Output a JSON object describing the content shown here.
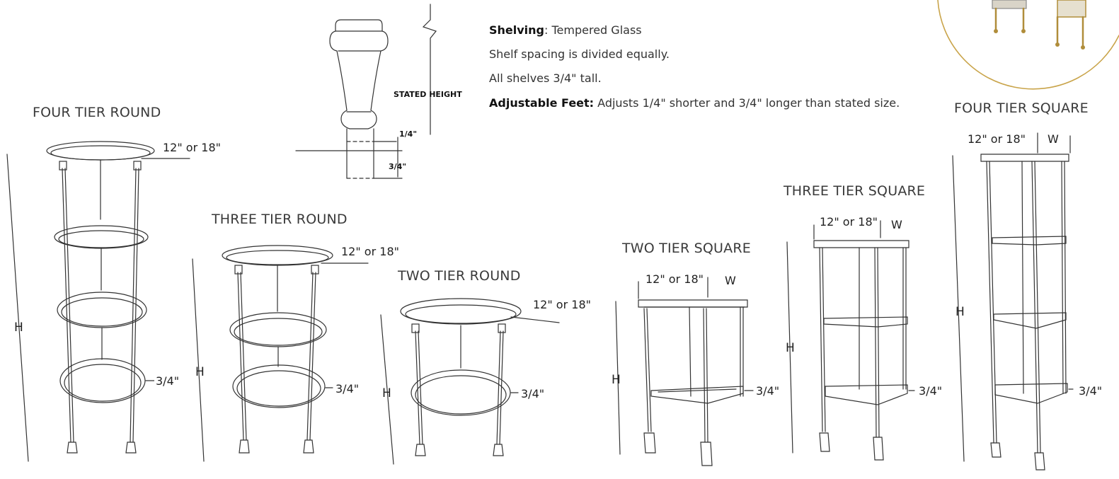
{
  "specs": {
    "shelving_label": "Shelving",
    "shelving_value": ": Tempered Glass",
    "spacing": "Shelf spacing is divided equally.",
    "shelf_height": "All shelves 3/4\" tall.",
    "feet_label": "Adjustable Feet:",
    "feet_value": " Adjusts 1/4\" shorter and 3/4\" longer than stated size."
  },
  "foot_detail": {
    "stated_height": "STATED HEIGHT",
    "shorter": "1/4\"",
    "longer": "3/4\""
  },
  "products": {
    "four_round": {
      "title": "FOUR TIER ROUND",
      "dia": "12\" or 18\"",
      "shelf": "3/4\"",
      "height": "H"
    },
    "three_round": {
      "title": "THREE TIER ROUND",
      "dia": "12\" or 18\"",
      "shelf": "3/4\"",
      "height": "H"
    },
    "two_round": {
      "title": "TWO TIER ROUND",
      "dia": "12\" or 18\"",
      "shelf": "3/4\"",
      "height": "H"
    },
    "two_square": {
      "title": "TWO TIER SQUARE",
      "dia": "12\" or 18\"",
      "width": "W",
      "shelf": "3/4\"",
      "height": "H"
    },
    "three_square": {
      "title": "THREE TIER SQUARE",
      "dia": "12\" or 18\"",
      "width": "W",
      "shelf": "3/4\"",
      "height": "H"
    },
    "four_square": {
      "title": "FOUR TIER SQUARE",
      "dia": "12\" or 18\"",
      "width": "W",
      "shelf": "3/4\"",
      "height": "H"
    }
  },
  "colors": {
    "line": "#333333",
    "gold": "#c9a44a"
  }
}
